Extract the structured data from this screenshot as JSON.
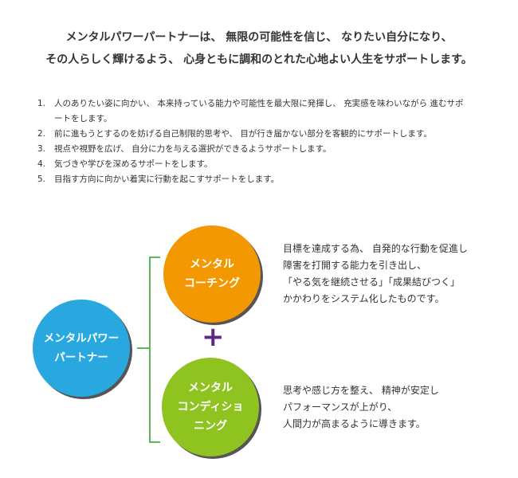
{
  "headline": {
    "line1": "メンタルパワーパートナーは、 無限の可能性を信じ、 なりたい自分になり、",
    "line2": "その人らしく輝けるよう、 心身ともに調和のとれた心地よい人生をサポートします。"
  },
  "points": [
    {
      "num": "1.",
      "text": "人のありたい姿に向かい、 本来持っている能力や可能性を最大限に発揮し、 充実感を味わいながら 進むサポートをします。"
    },
    {
      "num": "2.",
      "text": "前に進もうとするのを妨げる自己制限的思考や、 目が行き届かない部分を客観的にサポートします。"
    },
    {
      "num": "3.",
      "text": "視点や視野を広げ、 自分に力を与える選択ができるようサポートします。"
    },
    {
      "num": "4.",
      "text": "気づきや学びを深めるサポートをします。"
    },
    {
      "num": "5.",
      "text": "目指す方向に向かい着実に行動を起こすサポートをします。"
    }
  ],
  "diagram": {
    "main": "メンタルパワー\nパートナー",
    "coaching": "メンタル\nコーチング",
    "conditioning": "メンタル\nコンディショ\nニング",
    "plus": "+",
    "coaching_desc": "目標を達成する為、 自発的な行動を促進し\n障害を打開する能力を引き出し、\n「やる気を継続させる」「成果結びつく」\nかかわりをシステム化したものです。",
    "conditioning_desc": "思考や感じ方を整え、 精神が安定し\nパフォーマンスが上がり、\n人間力が高まるように導きます。",
    "colors": {
      "main": "#29a8e0",
      "coaching": "#f39800",
      "conditioning": "#8fc31f",
      "plus": "#5b2a86",
      "bracket": "#5cb85c"
    }
  }
}
